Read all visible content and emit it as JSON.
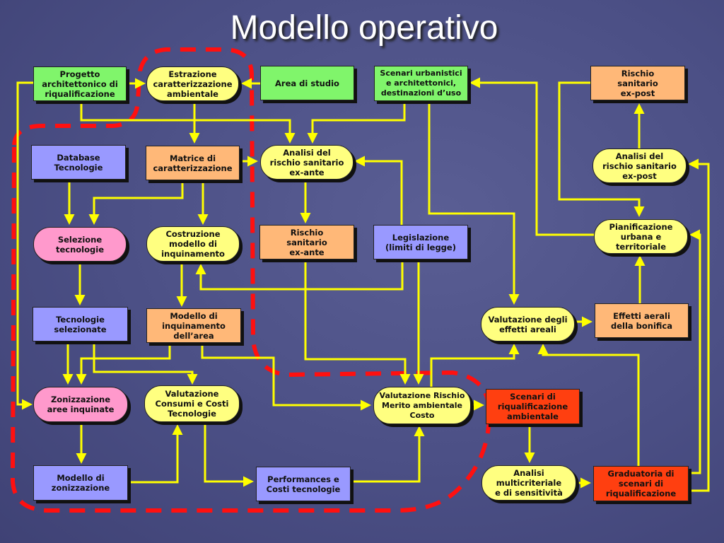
{
  "title": "Modello operativo",
  "colors": {
    "arrow": "#ffff00",
    "highlight": "#ff0000",
    "background": "#4b4f85"
  },
  "nodes": [
    {
      "text": "Progetto\narchitettonico di\nriqualificazione"
    },
    {
      "text": "Estrazione\ncaratterizzazione\nambientale"
    },
    {
      "text": "Area di studio"
    },
    {
      "text": "Scenari urbanistici\ne architettonici,\ndestinazioni d’uso"
    },
    {
      "text": "Rischio\nsanitario\nex-post"
    },
    {
      "text": "Database\nTecnologie"
    },
    {
      "text": "Matrice di\ncaratterizzazione"
    },
    {
      "text": "Analisi del\nrischio sanitario\nex-ante"
    },
    {
      "text": "Analisi del\nrischio sanitario\nex-post"
    },
    {
      "text": "Selezione\ntecnologie"
    },
    {
      "text": "Costruzione\nmodello di\ninquinamento"
    },
    {
      "text": "Rischio\nsanitario\nex-ante"
    },
    {
      "text": "Legislazione\n(limiti di legge)"
    },
    {
      "text": "Pianificazione\nurbana e\nterritoriale"
    },
    {
      "text": "Tecnologie\nselezionate"
    },
    {
      "text": "Modello di\ninquinamento\ndell’area"
    },
    {
      "text": "Valutazione degli\neffetti areali"
    },
    {
      "text": "Effetti aerali\ndella bonifica"
    },
    {
      "text": "Zonizzazione\naree inquinate"
    },
    {
      "text": "Valutazione\nConsumi e Costi\nTecnologie"
    },
    {
      "text": "Valutazione Rischio\nMerito ambientale\nCosto"
    },
    {
      "text": "Scenari di\nriqualificazione\nambientale"
    },
    {
      "text": "Modello di\nzonizzazione"
    },
    {
      "text": "Performances e\nCosti tecnologie"
    },
    {
      "text": "Analisi\nmulticriteriale\ne di sensitività"
    },
    {
      "text": "Graduatoria di\nscenari di\nriqualificazione"
    }
  ]
}
